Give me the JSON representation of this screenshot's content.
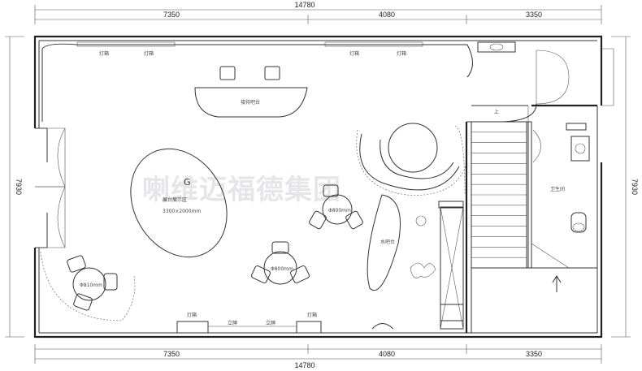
{
  "dimensions": {
    "top_total": "14780",
    "top_seg_1": "7350",
    "top_seg_2": "4080",
    "top_seg_3": "3350",
    "bottom_total": "14780",
    "bottom_seg_1": "7350",
    "bottom_seg_2": "4080",
    "bottom_seg_3": "3350",
    "left_height": "7930",
    "right_height": "7930"
  },
  "labels": {
    "light_box_1": "灯箱",
    "light_box_2": "灯箱",
    "light_box_3": "灯箱",
    "light_box_4": "灯箱",
    "reception": "接待吧台",
    "stair_up": "上",
    "display_zone": "展台展示区",
    "display_size": "3300×2000mm",
    "display_code": "G",
    "table_left": "Φ810mm",
    "table_center": "Φ800mm",
    "table_right": "Φ800mm",
    "water_bar": "水吧台",
    "restroom": "卫生间",
    "bottom_light_1": "灯箱",
    "bottom_light_2": "灯箱",
    "stand_1": "立牌",
    "stand_2": "立牌"
  },
  "watermark": "喇维迈福德集团"
}
